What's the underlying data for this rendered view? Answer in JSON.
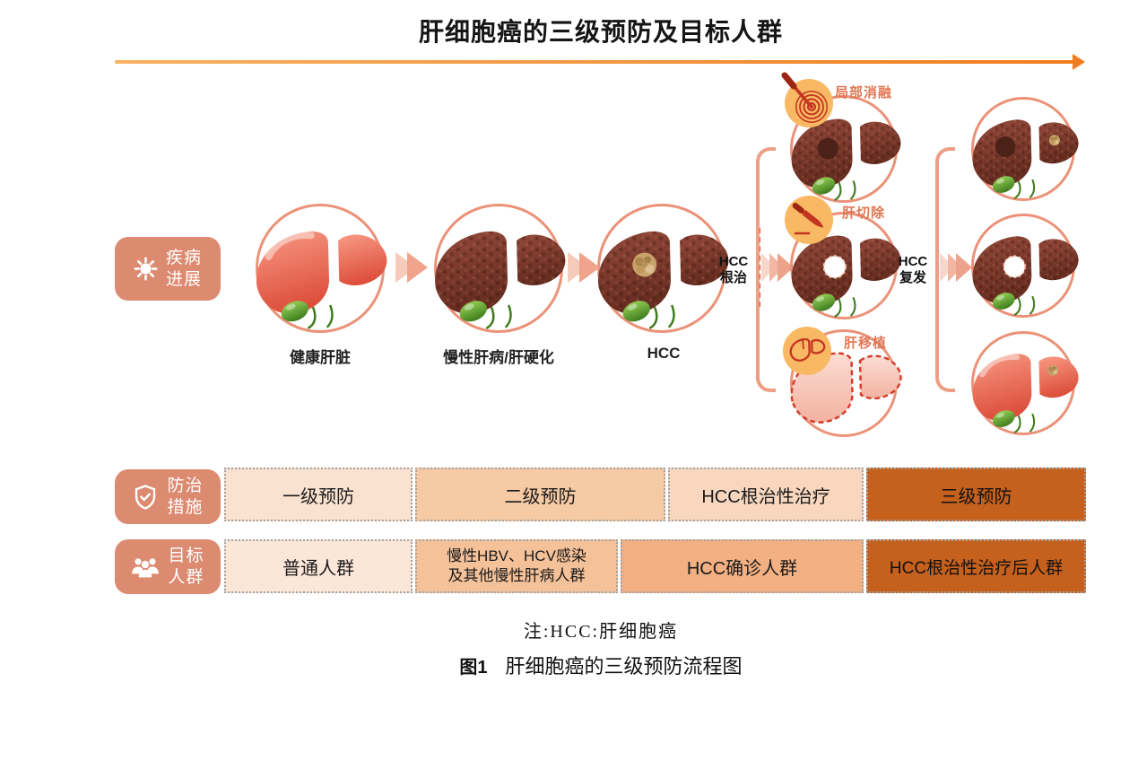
{
  "title": "肝细胞癌的三级预防及目标人群",
  "side_labels": {
    "disease": {
      "line1": "疾病",
      "line2": "进展",
      "icon": "virus-icon"
    },
    "measures": {
      "line1": "防治",
      "line2": "措施",
      "icon": "shield-check-icon"
    },
    "targets": {
      "line1": "目标",
      "line2": "人群",
      "icon": "people-group-icon"
    }
  },
  "stages": [
    {
      "label": "健康肝脏"
    },
    {
      "label": "慢性肝病/肝硬化"
    },
    {
      "label": "HCC"
    }
  ],
  "transitions": {
    "cure": {
      "line1": "HCC",
      "line2": "根治"
    },
    "relapse": {
      "line1": "HCC",
      "line2": "复发"
    }
  },
  "treatments": [
    {
      "label": "局部消融",
      "icon": "ablation-probe-icon"
    },
    {
      "label": "肝切除",
      "icon": "scalpel-icon"
    },
    {
      "label": "肝移植",
      "icon": "liver-outline-icon"
    }
  ],
  "measure_boxes": [
    {
      "label": "一级预防"
    },
    {
      "label": "二级预防"
    },
    {
      "label": "HCC根治性治疗"
    },
    {
      "label": "三级预防"
    }
  ],
  "target_boxes": [
    {
      "label": "普通人群"
    },
    {
      "line1": "慢性HBV、HCV感染",
      "line2": "及其他慢性肝病人群"
    },
    {
      "label": "HCC确诊人群"
    },
    {
      "label": "HCC根治性治疗后人群"
    }
  ],
  "note": "注:HCC:肝细胞癌",
  "figure": {
    "label": "图1",
    "caption": "肝细胞癌的三级预防流程图"
  },
  "colors": {
    "side_badge_bg": "#DC8A70",
    "dark_orange_box": "#C5601D",
    "measure_box_bgs": [
      "#FAE2D1",
      "#F6CAA4",
      "#F8D7BE",
      "#C5601D"
    ],
    "target_box_bgs": [
      "#FBE6D8",
      "#F5C199",
      "#F2B083",
      "#C5601D"
    ],
    "circle_outline": "#EB9279",
    "treatment_label_color": "#E27653",
    "topline_gradient": [
      "#F7B263",
      "#EF7D1E"
    ],
    "dashed_line": "#E25136"
  }
}
